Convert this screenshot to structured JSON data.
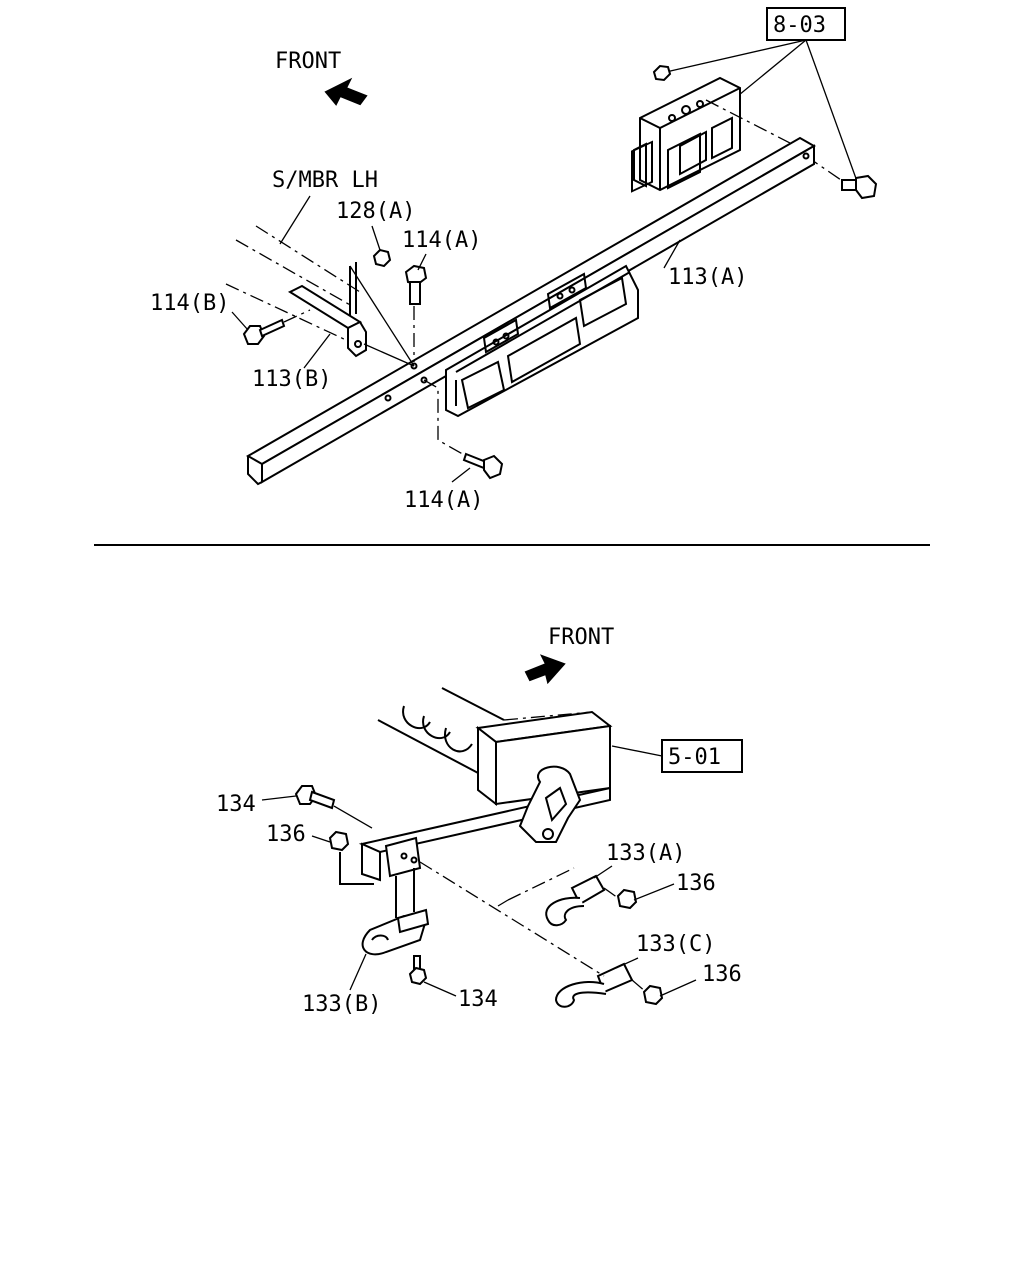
{
  "top": {
    "front_label": "FRONT",
    "ref_box": "8-03",
    "member_label": "S/MBR LH",
    "labels": {
      "p128a": "128(A)",
      "p114a_top": "114(A)",
      "p114b": "114(B)",
      "p113b": "113(B)",
      "p113a": "113(A)",
      "p114a_bottom": "114(A)"
    }
  },
  "bottom": {
    "front_label": "FRONT",
    "ref_box": "5-01",
    "labels": {
      "p134_top": "134",
      "p136_left": "136",
      "p133a": "133(A)",
      "p136_a": "136",
      "p133c": "133(C)",
      "p136_c": "136",
      "p133b": "133(B)",
      "p134_bottom": "134"
    }
  }
}
